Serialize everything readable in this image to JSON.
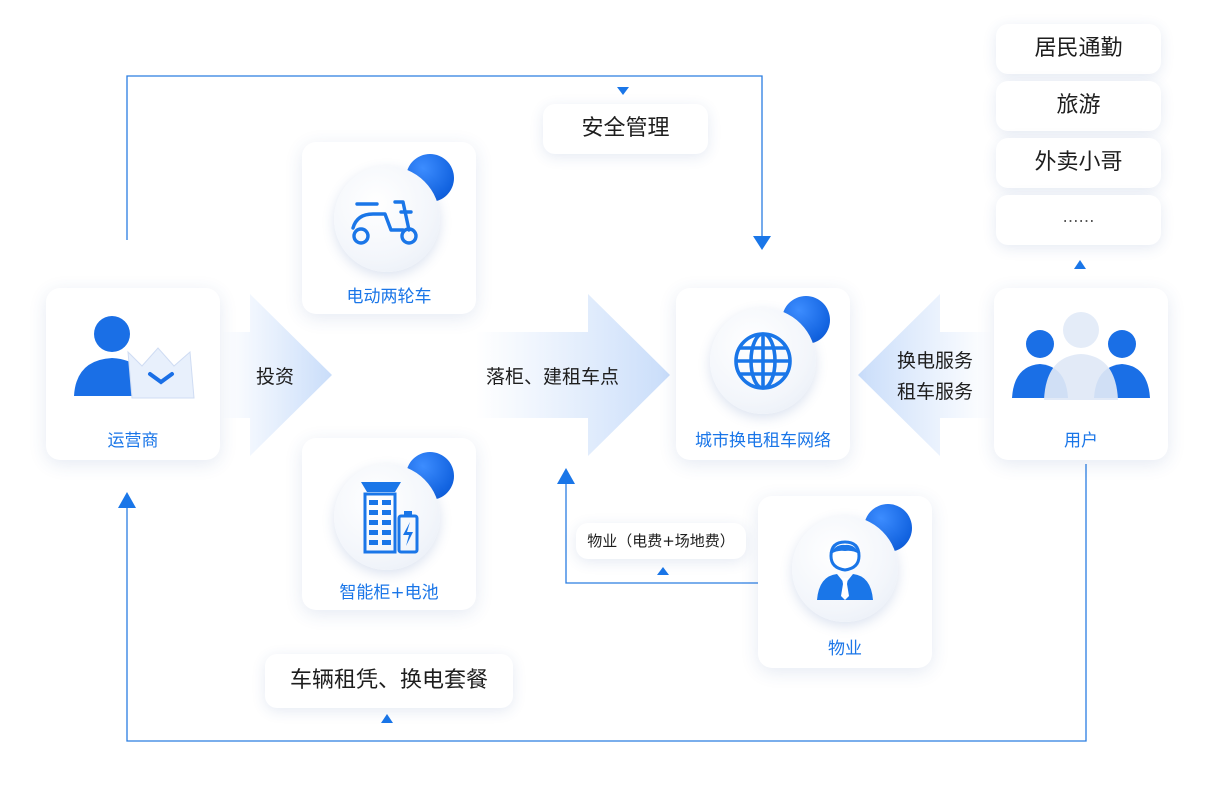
{
  "colors": {
    "accent": "#1a76e8",
    "line": "#2a7de1",
    "text": "#1e1e1e"
  },
  "nodes": {
    "operator": {
      "label": "运营商",
      "icon": "operator-crown-icon"
    },
    "ebike": {
      "label": "电动两轮车",
      "icon": "electric-scooter-icon"
    },
    "cabinet": {
      "label": "智能柜+电池",
      "icon": "battery-cabinet-icon"
    },
    "network": {
      "label": "城市换电租车网络",
      "icon": "globe-icon"
    },
    "user": {
      "label": "用户",
      "icon": "user-group-icon"
    },
    "property": {
      "label": "物业",
      "icon": "property-manager-icon"
    }
  },
  "flows": {
    "invest": "投资",
    "deploy": "落柜、建租车点",
    "services": [
      "换电服务",
      "租车服务"
    ],
    "safety": "安全管理",
    "property_fee": "物业（电费+场地费）",
    "rental": "车辆租凭、换电套餐"
  },
  "user_types": [
    "居民通勤",
    "旅游",
    "外卖小哥",
    "……"
  ]
}
